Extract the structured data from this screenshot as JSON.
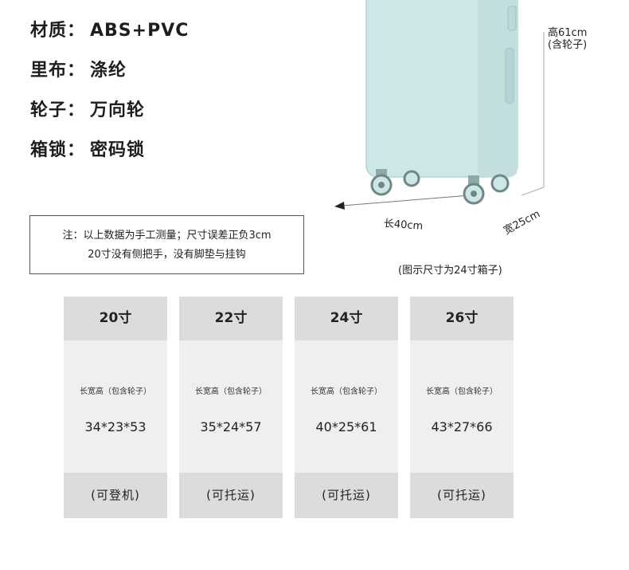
{
  "specs": [
    {
      "label": "材质：",
      "value": "ABS+PVC"
    },
    {
      "label": "里布：",
      "value": "涤纶"
    },
    {
      "label": "轮子：",
      "value": "万向轮"
    },
    {
      "label": "箱锁：",
      "value": "密码锁"
    }
  ],
  "note": {
    "line1": "注：以上数据为手工测量；尺寸误差正负3cm",
    "line2": "20寸没有侧把手，没有脚垫与挂钩"
  },
  "image_caption": "(图示尺寸为24寸箱子)",
  "dimensions": {
    "height_line1": "高61cm",
    "height_line2": "(含轮子)",
    "length": "长40cm",
    "width": "宽25cm"
  },
  "sizes": [
    {
      "name": "20寸",
      "sub": "长宽高（包含轮子）",
      "dims": "34*23*53",
      "note": "(可登机)"
    },
    {
      "name": "22寸",
      "sub": "长宽高（包含轮子）",
      "dims": "35*24*57",
      "note": "(可托运)"
    },
    {
      "name": "24寸",
      "sub": "长宽高（包含轮子）",
      "dims": "40*25*61",
      "note": "(可托运)"
    },
    {
      "name": "26寸",
      "sub": "长宽高（包含轮子）",
      "dims": "43*27*66",
      "note": "(可托运)"
    }
  ],
  "colors": {
    "suitcase": "#cde7e6",
    "card_head": "#dcdcdc",
    "card_body": "#efefef"
  }
}
